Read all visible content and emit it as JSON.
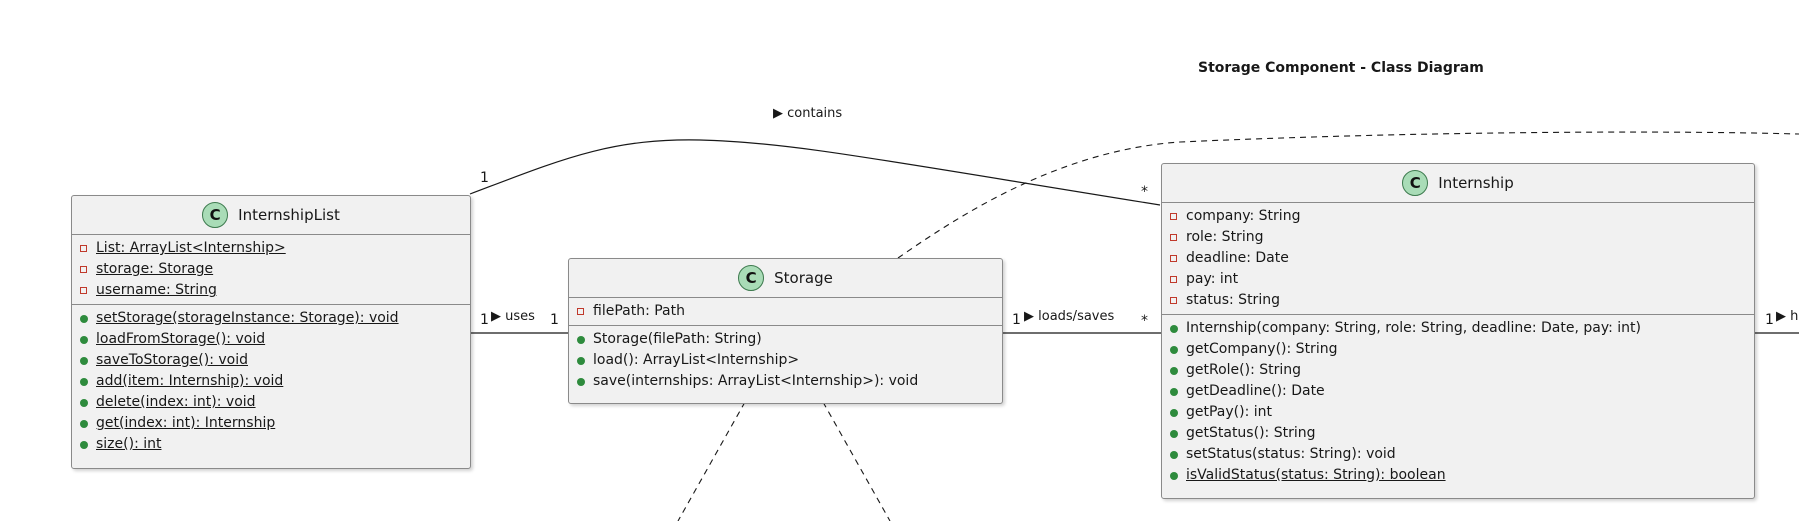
{
  "diagram_title": "Storage Component - Class Diagram",
  "badge_letter": "C",
  "classes": {
    "internshiplist": {
      "name": "InternshipList",
      "attributes": [
        {
          "text": "List: ArrayList<Internship>",
          "visibility": "private",
          "static": true
        },
        {
          "text": "storage: Storage",
          "visibility": "private",
          "static": true
        },
        {
          "text": "username: String",
          "visibility": "private",
          "static": true
        }
      ],
      "methods": [
        {
          "text": "setStorage(storageInstance: Storage): void",
          "visibility": "public",
          "static": true
        },
        {
          "text": "loadFromStorage(): void",
          "visibility": "public",
          "static": true
        },
        {
          "text": "saveToStorage(): void",
          "visibility": "public",
          "static": true
        },
        {
          "text": "add(item: Internship): void",
          "visibility": "public",
          "static": true
        },
        {
          "text": "delete(index: int): void",
          "visibility": "public",
          "static": true
        },
        {
          "text": "get(index: int): Internship",
          "visibility": "public",
          "static": true
        },
        {
          "text": "size(): int",
          "visibility": "public",
          "static": true
        }
      ]
    },
    "storage": {
      "name": "Storage",
      "attributes": [
        {
          "text": "filePath: Path",
          "visibility": "private",
          "static": false
        }
      ],
      "methods": [
        {
          "text": "Storage(filePath: String)",
          "visibility": "public",
          "static": false
        },
        {
          "text": "load(): ArrayList<Internship>",
          "visibility": "public",
          "static": false
        },
        {
          "text": "save(internships: ArrayList<Internship>): void",
          "visibility": "public",
          "static": false
        }
      ]
    },
    "internship": {
      "name": "Internship",
      "attributes": [
        {
          "text": "company: String",
          "visibility": "private",
          "static": false
        },
        {
          "text": "role: String",
          "visibility": "private",
          "static": false
        },
        {
          "text": "deadline: Date",
          "visibility": "private",
          "static": false
        },
        {
          "text": "pay: int",
          "visibility": "private",
          "static": false
        },
        {
          "text": "status: String",
          "visibility": "private",
          "static": false
        }
      ],
      "methods": [
        {
          "text": "Internship(company: String, role: String, deadline: Date, pay: int)",
          "visibility": "public",
          "static": false
        },
        {
          "text": "getCompany(): String",
          "visibility": "public",
          "static": false
        },
        {
          "text": "getRole(): String",
          "visibility": "public",
          "static": false
        },
        {
          "text": "getDeadline(): Date",
          "visibility": "public",
          "static": false
        },
        {
          "text": "getPay(): int",
          "visibility": "public",
          "static": false
        },
        {
          "text": "getStatus(): String",
          "visibility": "public",
          "static": false
        },
        {
          "text": "setStatus(status: String): void",
          "visibility": "public",
          "static": false
        },
        {
          "text": "isValidStatus(status: String): boolean",
          "visibility": "public",
          "static": true
        }
      ]
    }
  },
  "relations": {
    "contains": {
      "label": "▶ contains",
      "from_mult": "1",
      "to_mult": "*"
    },
    "uses": {
      "label": "▶ uses",
      "from_mult": "1",
      "to_mult": "1"
    },
    "loads_saves": {
      "label": "▶ loads/saves",
      "from_mult": "1",
      "to_mult": "*"
    },
    "right_edge": {
      "label": "▶ h",
      "from_mult": "1"
    }
  }
}
